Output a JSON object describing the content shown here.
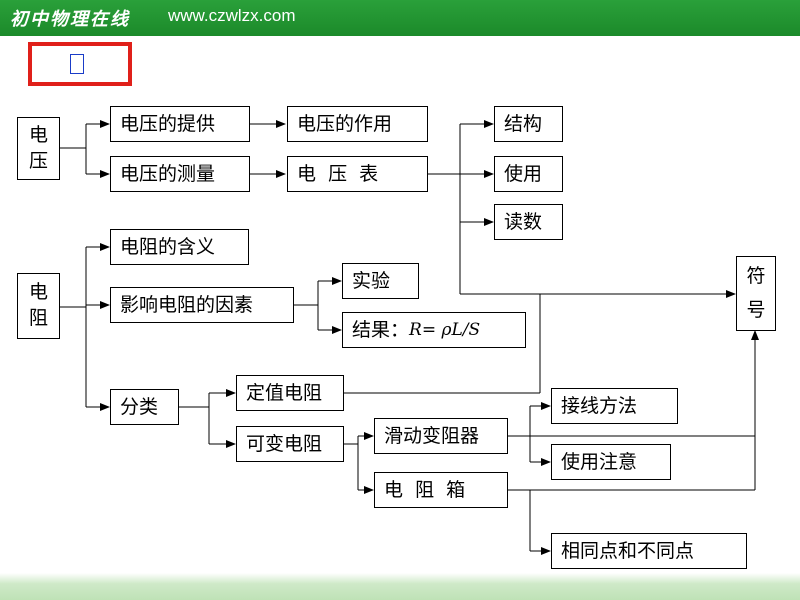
{
  "header": {
    "logo_text": "初中物理在线",
    "url": "www.czwlzx.com"
  },
  "nodes": {
    "voltage": "电\n压",
    "voltage_supply": "电压的提供",
    "voltage_role": "电压的作用",
    "voltage_measure": "电压的测量",
    "voltmeter": "电  压  表",
    "structure": "结构",
    "usage": "使用",
    "reading": "读数",
    "resistance": "电\n阻",
    "resistance_meaning": "电阻的含义",
    "resistance_factors": "影响电阻的因素",
    "experiment": "实验",
    "result_label": "结果：",
    "result_formula": "R= ρL/S",
    "classify": "分类",
    "fixed_resistor": "定值电阻",
    "variable_resistor": "可变电阻",
    "rheostat": "滑动变阻器",
    "resistance_box": "电  阻  箱",
    "wiring_method": "接线方法",
    "usage_notes": "使用注意",
    "similarities": "相同点和不同点",
    "symbol": "符\n号"
  },
  "colors": {
    "banner": "#2aa03a",
    "frame": "#e0201a",
    "glyph": "#1a3cc8",
    "footer": "#bfe2b6"
  }
}
